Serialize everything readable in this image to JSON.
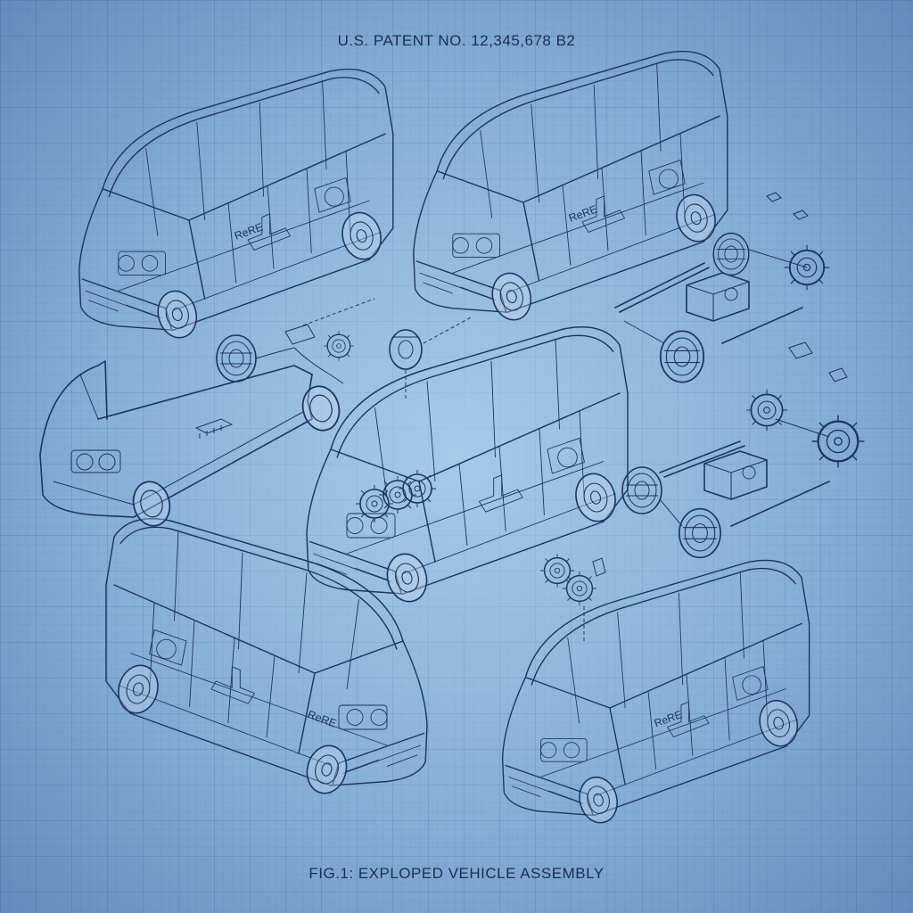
{
  "header": {
    "patent_number": "U.S. PATENT NO. 12,345,678 B2"
  },
  "footer": {
    "figure_caption": "FIG.1: EXPLOPED VEHICLE ASSEMBLY"
  },
  "vehicles": [
    {
      "name": "van-top-left",
      "badge": "ReRE"
    },
    {
      "name": "van-top-right",
      "badge": "ReRE"
    },
    {
      "name": "van-center",
      "badge": ""
    },
    {
      "name": "van-bottom-left",
      "badge": "ReRE"
    },
    {
      "name": "van-bottom-right",
      "badge": "ReRE"
    }
  ],
  "colors": {
    "background": "#8fb6dc",
    "line": "#1d3560",
    "grid": "#23467a"
  }
}
